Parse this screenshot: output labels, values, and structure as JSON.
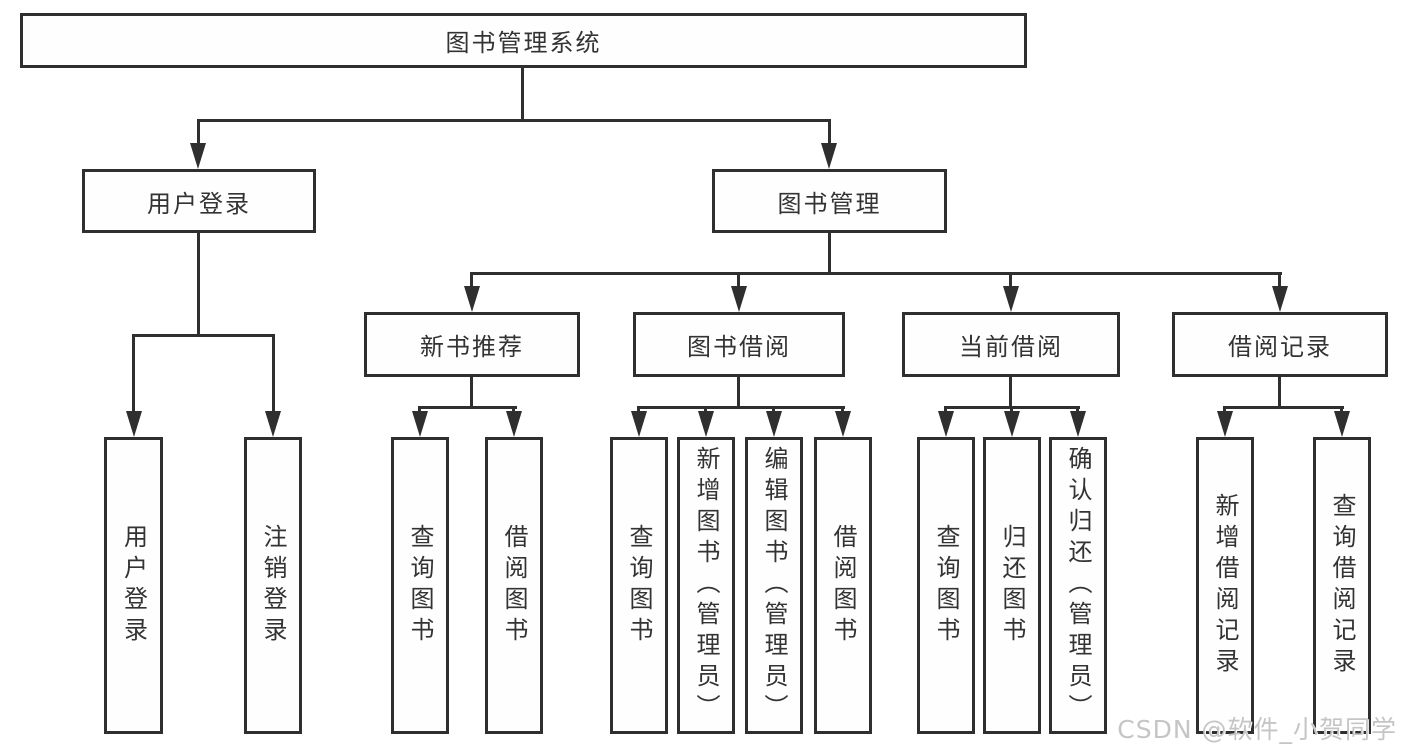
{
  "tree": {
    "label": "图书管理系统",
    "children": [
      {
        "label": "用户登录",
        "children": [
          {
            "label": "用户登录"
          },
          {
            "label": "注销登录"
          }
        ]
      },
      {
        "label": "图书管理",
        "children": [
          {
            "label": "新书推荐",
            "children": [
              {
                "label": "查询图书"
              },
              {
                "label": "借阅图书"
              }
            ]
          },
          {
            "label": "图书借阅",
            "children": [
              {
                "label": "查询图书"
              },
              {
                "label": "新增图书（管理员）"
              },
              {
                "label": "编辑图书（管理员）"
              },
              {
                "label": "借阅图书"
              }
            ]
          },
          {
            "label": "当前借阅",
            "children": [
              {
                "label": "查询图书"
              },
              {
                "label": "归还图书"
              },
              {
                "label": "确认归还（管理员）"
              }
            ]
          },
          {
            "label": "借阅记录",
            "children": [
              {
                "label": "新增借阅记录"
              },
              {
                "label": "查询借阅记录"
              }
            ]
          }
        ]
      }
    ]
  },
  "watermark": {
    "text": "CSDN @软件_小贺同学"
  },
  "colors": {
    "line": "#2f2f2f",
    "text": "#333333",
    "background": "#ffffff",
    "watermark": "#c5c5c5"
  }
}
